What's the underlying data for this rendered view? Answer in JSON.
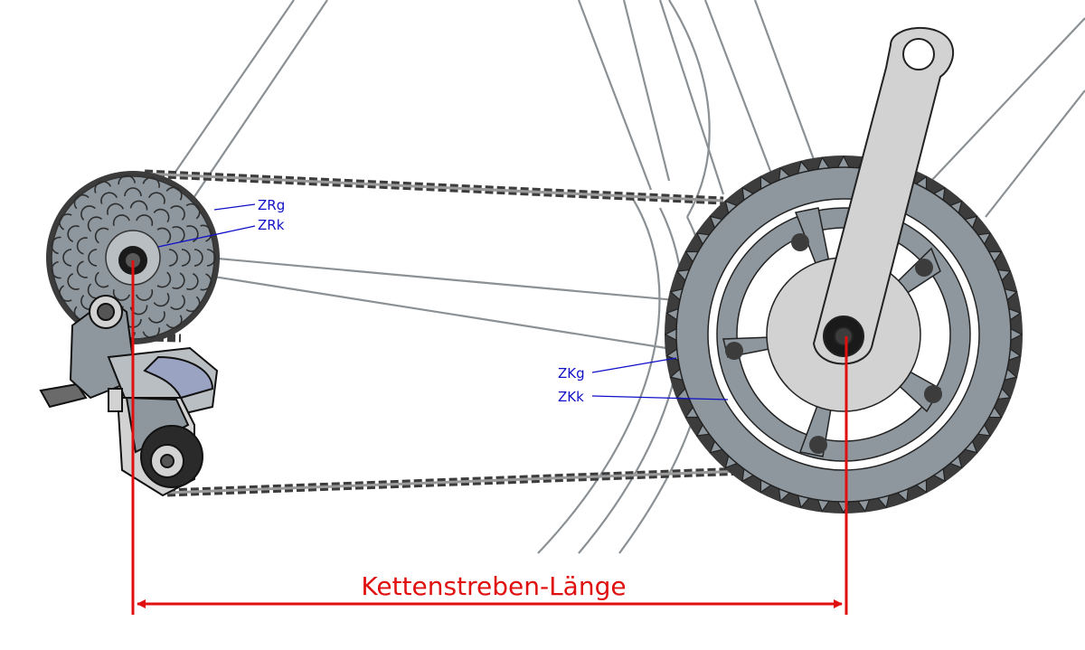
{
  "labels": {
    "zrg": "ZRg",
    "zrk": "ZRk",
    "zkg": "ZKg",
    "zkk": "ZKk",
    "chainstay": "Kettenstreben-Länge"
  },
  "colors": {
    "label_blue": "#1010c8",
    "dimension_red": "#e01010",
    "metal_gray": "#8e979e",
    "crank_light": "#d2d2d2",
    "frame_line": "#8a9094",
    "chain_dark": "#3c3c3c"
  },
  "icons": {
    "cassette": "cassette-icon",
    "chainring": "chainring-icon",
    "crank": "crank-arm-icon",
    "derailleur": "rear-derailleur-icon",
    "chain": "chain-icon"
  }
}
